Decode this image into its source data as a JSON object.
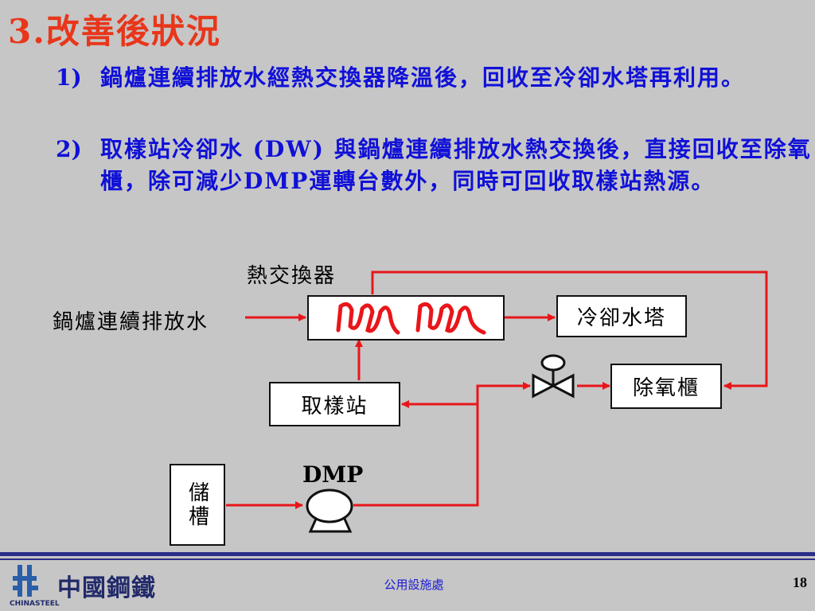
{
  "title": "3.改善後狀況",
  "bullets": [
    {
      "num": "1)",
      "text": "鍋爐連續排放水經熱交換器降溫後，回收至冷卻水塔再利用。"
    },
    {
      "num": "2)",
      "text": "取樣站冷卻水 (DW) 與鍋爐連續排放水熱交換後，直接回收至除氧櫃，除可減少DMP運轉台數外，同時可回收取樣站熱源。"
    }
  ],
  "diagram": {
    "heat_exchanger_label": "熱交換器",
    "boiler_blowdown_label": "鍋爐連續排放水",
    "cooling_tower": "冷卻水塔",
    "deaerator": "除氧櫃",
    "sampling_station": "取樣站",
    "storage_tank": "儲槽",
    "dmp_label": "DMP"
  },
  "colors": {
    "title": "#e8361a",
    "text": "#1010d8",
    "flow": "#e8161a"
  },
  "icons": [
    "heat-exchanger-coil-icon",
    "control-valve-icon",
    "pump-icon",
    "flow-arrow-icon"
  ],
  "footer": {
    "dept": "公用設施處",
    "page": "18",
    "logo_cn": "中國鋼鐵",
    "logo_en": "CHINASTEEL"
  }
}
